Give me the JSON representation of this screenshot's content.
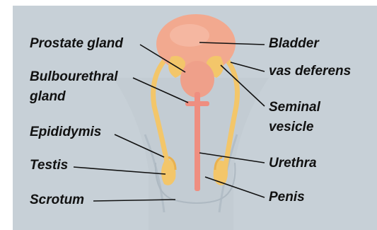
{
  "labels": {
    "prostate_gland": "Prostate gland",
    "bulbourethral_line1": "Bulbourethral",
    "bulbourethral_line2": "gland",
    "epididymis": "Epididymis",
    "testis": "Testis",
    "scrotum": "Scrotum",
    "bladder": "Bladder",
    "vas_deferens": "vas deferens",
    "seminal_line1": "Seminal",
    "seminal_line2": "vesicle",
    "urethra": "Urethra",
    "penis": "Penis"
  },
  "colors": {
    "background": "#c9d1d8",
    "bladder": "#f2a98f",
    "urethra": "#ef8e80",
    "gland_yellow": "#f3c66a",
    "leader_line": "#111111",
    "label_text": "#111111"
  }
}
